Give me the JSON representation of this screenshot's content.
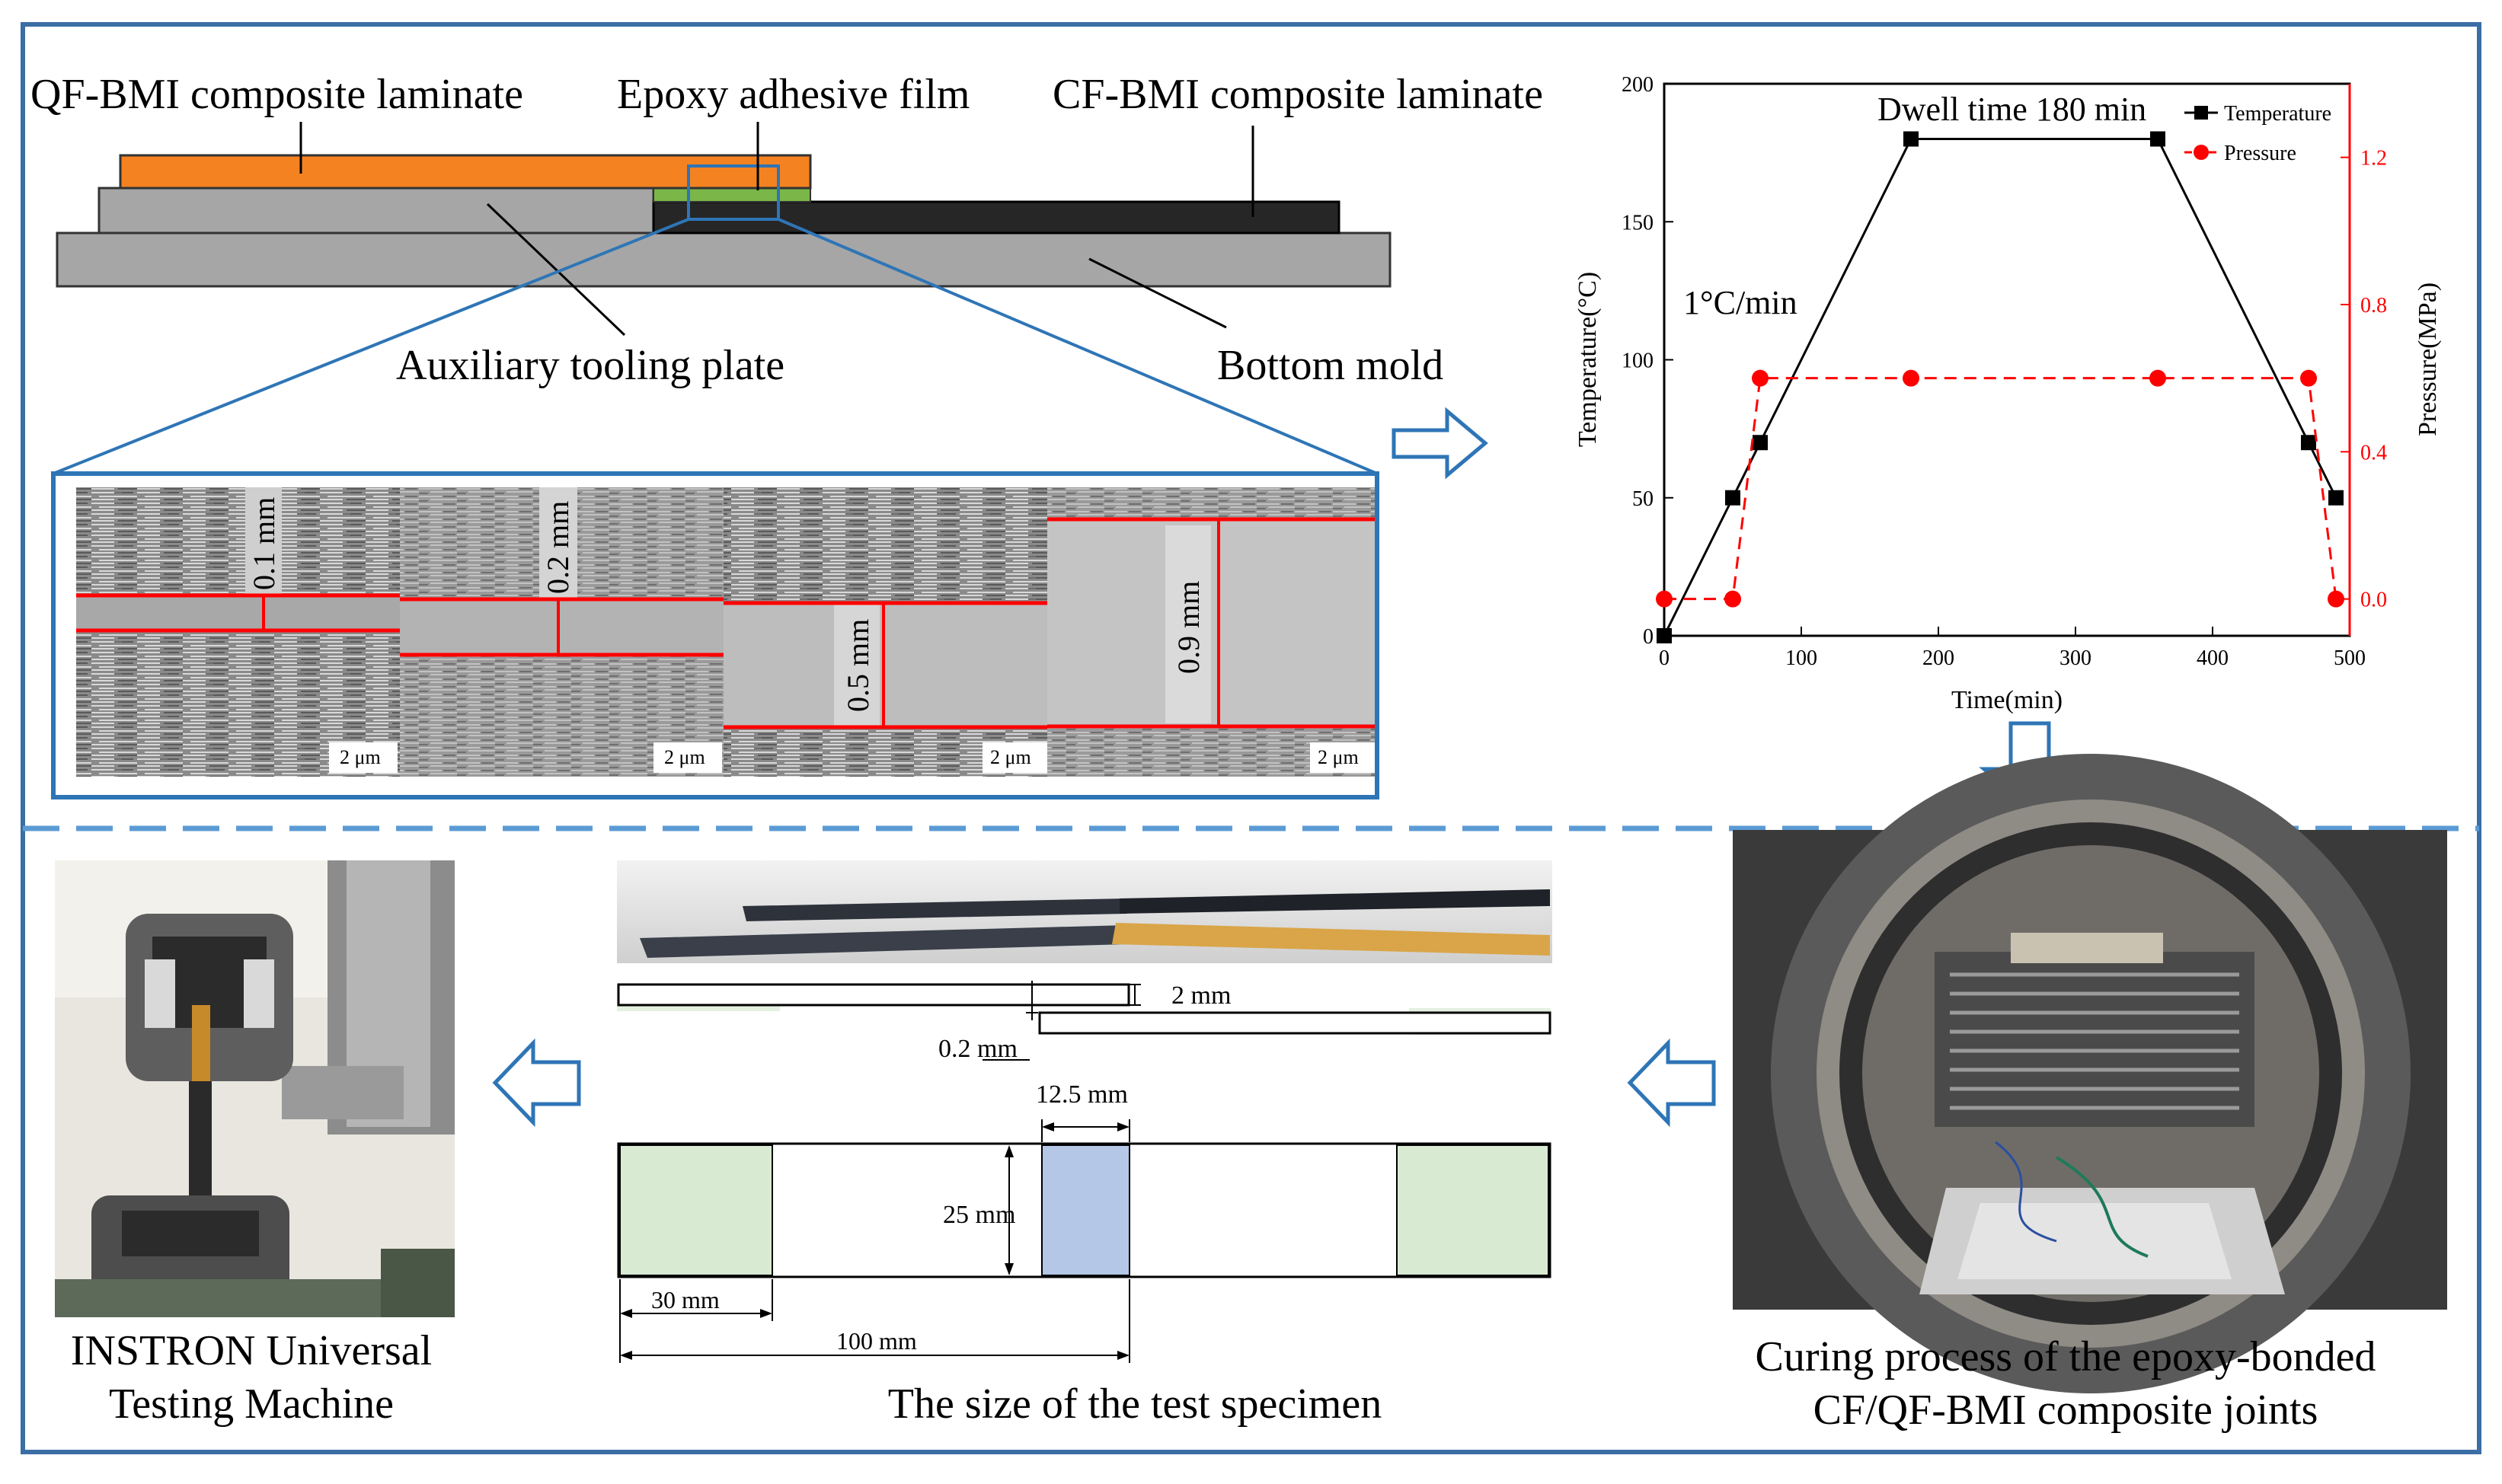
{
  "layup": {
    "qf_label": "QF-BMI composite laminate",
    "adhesive_label": "Epoxy adhesive film",
    "cf_label": "CF-BMI composite laminate",
    "aux_label": "Auxiliary tooling plate",
    "mold_label": "Bottom mold",
    "colors": {
      "qf": "#f58220",
      "adhesive": "#7ab648",
      "cf": "#262626",
      "plate": "#a6a6a6",
      "frame": "#2e75b6",
      "redline": "#ff0000"
    }
  },
  "micrographs": [
    {
      "thickness": "0.1 mm",
      "scale": "2 μm"
    },
    {
      "thickness": "0.2 mm",
      "scale": "2 μm"
    },
    {
      "thickness": "0.5 mm",
      "scale": "2 μm"
    },
    {
      "thickness": "0.9 mm",
      "scale": "2 μm"
    }
  ],
  "chart_data": {
    "type": "line",
    "xlabel": "Time(min)",
    "ylabel": "Temperature(°C)",
    "y2label": "Pressure(MPa)",
    "xlim": [
      0,
      500
    ],
    "ylim": [
      0,
      200
    ],
    "y2lim": [
      -0.1,
      1.4
    ],
    "xticks": [
      "0",
      "100",
      "200",
      "300",
      "400",
      "500"
    ],
    "yticks": [
      "0",
      "50",
      "100",
      "150",
      "200"
    ],
    "y2ticks": [
      "0.0",
      "0.4",
      "0.8",
      "1.2"
    ],
    "annotation_dwell": "Dwell time 180 min",
    "annotation_rate": "1°C/min",
    "legend_position": "top-right",
    "series": [
      {
        "name": "Temperature",
        "color": "#000000",
        "axis": "left",
        "x": [
          0,
          50,
          70,
          180,
          360,
          470,
          490
        ],
        "y": [
          0,
          50,
          70,
          180,
          180,
          70,
          50
        ]
      },
      {
        "name": "Pressure",
        "color": "#ff0000",
        "axis": "right",
        "dashed": true,
        "x": [
          0,
          50,
          70,
          180,
          360,
          470,
          490
        ],
        "y": [
          0.0,
          0.0,
          0.6,
          0.6,
          0.6,
          0.6,
          0.0
        ]
      }
    ]
  },
  "specimen": {
    "caption": "The size of the test specimen",
    "dim_thickness": "2 mm",
    "dim_adhesive": "0.2 mm",
    "dim_overlap": "12.5 mm",
    "dim_width": "25 mm",
    "dim_tab": "30 mm",
    "dim_length": "100 mm",
    "colors": {
      "tab": "#d9ead3",
      "overlap": "#b4c7e7"
    }
  },
  "captions": {
    "instron": [
      "INSTRON Universal",
      "Testing Machine"
    ],
    "curing": [
      "Curing process of the epoxy-bonded",
      "CF/QF-BMI composite joints"
    ]
  }
}
